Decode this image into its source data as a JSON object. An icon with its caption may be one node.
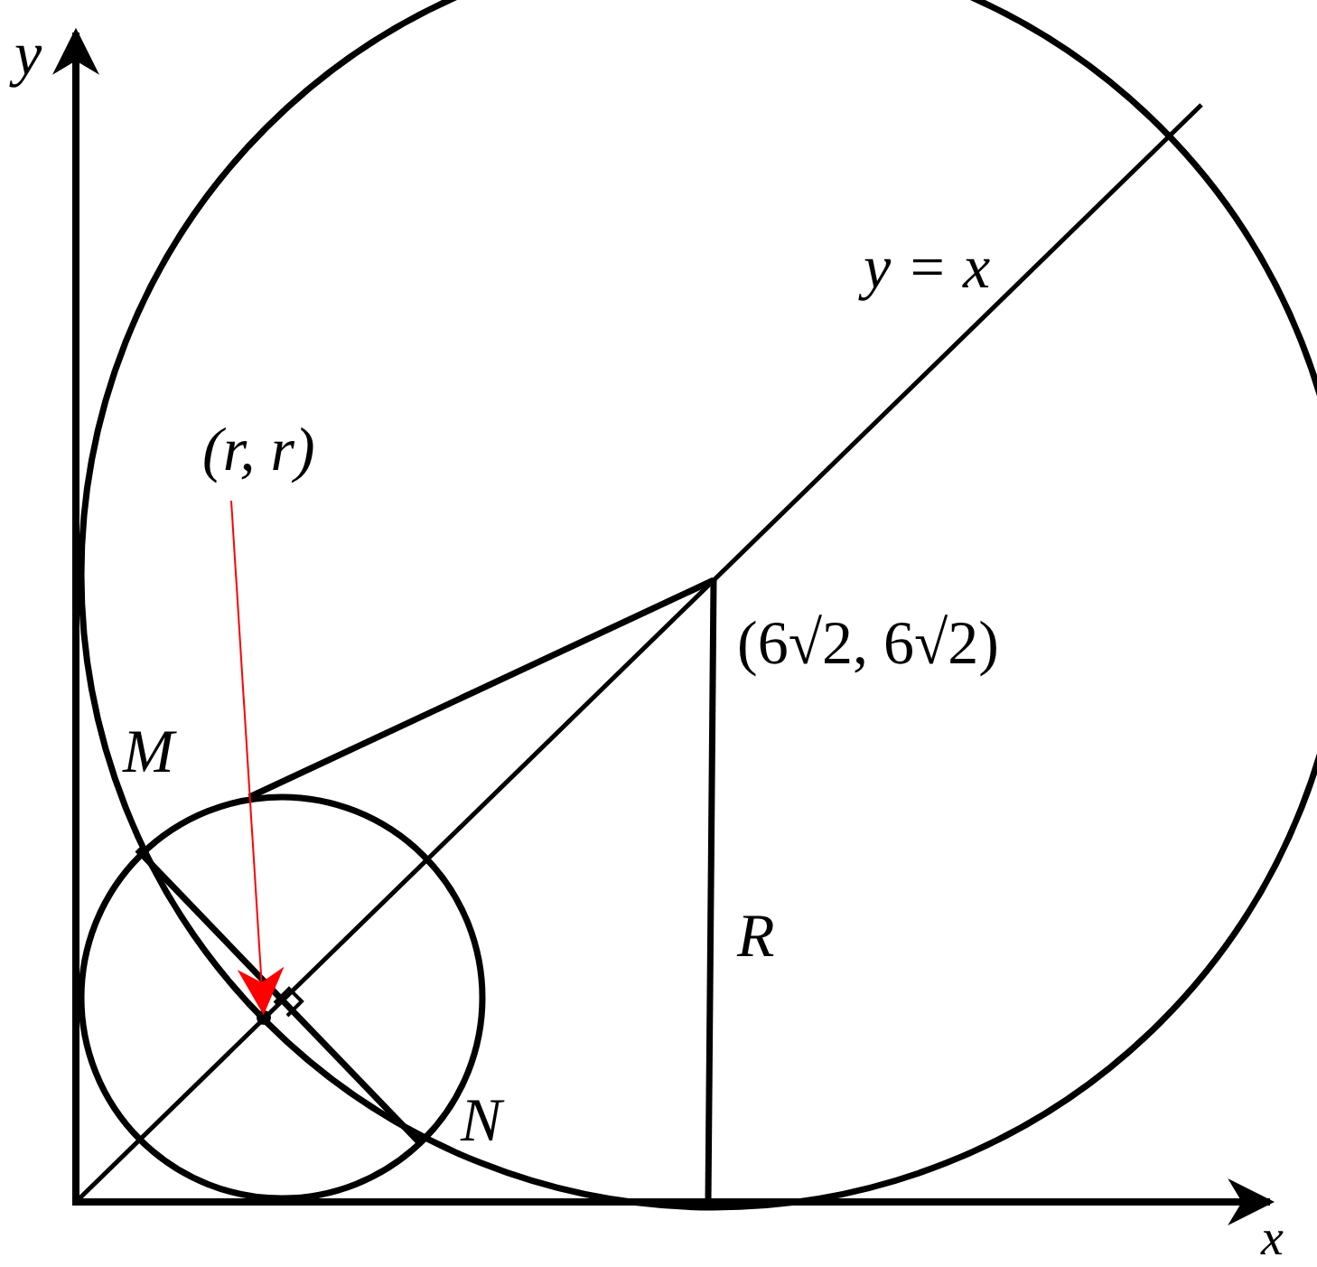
{
  "diagram": {
    "nodes": [
      {
        "text": [
          "(r, r)"
        ]
      },
      {
        "text": [],
        "shape": "circle"
      }
    ],
    "edges": [
      {
        "from": 0,
        "to": 1,
        "arrow": "to",
        "color": "#ff0000"
      }
    ],
    "labels": [
      "y",
      "y = x",
      "(6√2, 6√2)",
      "M",
      "R",
      "N",
      "x"
    ]
  }
}
